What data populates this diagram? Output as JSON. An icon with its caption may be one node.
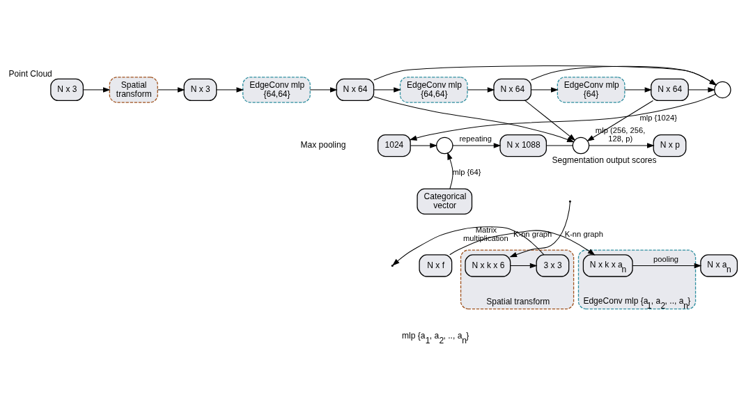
{
  "diagram": {
    "nodes": [
      {
        "text": [
          "N x 3"
        ],
        "beside": [
          "Point Cloud"
        ]
      },
      {
        "text": [
          "Spatial transform"
        ]
      },
      {
        "text": [
          "N x 3"
        ]
      },
      {
        "text": [
          "EdgeConv mlp {64,64}"
        ]
      },
      {
        "text": [
          "N x 64"
        ]
      },
      {
        "text": [
          "EdgeConv mlp {64,64}"
        ]
      },
      {
        "text": [
          "N x 64"
        ]
      },
      {
        "text": [
          "EdgeConv mlp {64}"
        ]
      },
      {
        "text": [
          "N x 64"
        ]
      },
      {
        "text": [],
        "shape": "circle"
      },
      {
        "text": [
          "1024"
        ]
      },
      {
        "text": [],
        "shape": "circle"
      },
      {
        "text": [
          "Categorical vector"
        ]
      },
      {
        "text": [
          "N x 1088"
        ]
      },
      {
        "text": [],
        "shape": "circle"
      },
      {
        "text": [
          "N x p"
        ],
        "beside": [
          "Segmentation output scores"
        ]
      },
      {
        "text": [
          "Spatial transform"
        ]
      },
      {
        "text": [
          "N x k x 6"
        ],
        "in": 16
      },
      {
        "text": [
          "3 x 3"
        ],
        "in": 16
      },
      {
        "text": [
          "EdgeConv mlp {a$_{1}$, a$_{2}$, .., a$_{n}$}"
        ]
      },
      {
        "text": [
          "N x f"
        ]
      },
      {
        "text": [
          "N x k x a$_{n}$"
        ],
        "in": 19
      },
      {
        "text": [
          "N x a$_{n}$"
        ]
      }
    ],
    "edges": [
      {
        "from": 0,
        "to": 1,
        "arrow": "to"
      },
      {
        "from": 1,
        "to": 2,
        "arrow": "to"
      },
      {
        "from": 2,
        "to": 3,
        "arrow": "to"
      },
      {
        "from": 3,
        "to": 4,
        "arrow": "to"
      },
      {
        "from": 4,
        "to": 5,
        "arrow": "to"
      },
      {
        "from": 5,
        "to": 6,
        "arrow": "to"
      },
      {
        "from": 6,
        "to": 7,
        "arrow": "to"
      },
      {
        "from": 7,
        "to": 8,
        "arrow": "to"
      },
      {
        "from": 8,
        "to": 9,
        "arrow": "to"
      },
      {
        "from": 4,
        "to": 9,
        "arrow": "to"
      },
      {
        "from": 6,
        "to": 9,
        "arrow": "to"
      },
      {
        "from": 4,
        "to": 14,
        "arrow": "to"
      },
      {
        "from": 6,
        "to": 14,
        "arrow": "to"
      },
      {
        "from": 8,
        "to": 14,
        "arrow": "to"
      },
      {
        "from": 9,
        "to": 10,
        "arrow": "to",
        "label": "mlp {1024}"
      },
      {
        "from": 10,
        "to": 11,
        "arrow": "to"
      },
      {
        "from": 12,
        "to": 11,
        "arrow": "to",
        "label": "mlp {64}"
      },
      {
        "from": 11,
        "to": 13,
        "arrow": "to",
        "label": "repeating"
      },
      {
        "from": 13,
        "to": 14,
        "arrow": "none"
      },
      {
        "from": 14,
        "to": 15,
        "arrow": "to",
        "label": "mlp (256, 256, 128, p)"
      },
      {
        "from": null,
        "to": 17,
        "arrow": "to",
        "label": "K-nn graph"
      },
      {
        "from": 17,
        "to": 18,
        "arrow": "to"
      },
      {
        "from": 18,
        "to": null,
        "arrow": "to",
        "label": "Matrix multiplication"
      },
      {
        "from": 20,
        "to": 21,
        "arrow": "to",
        "label": "K-nn graph"
      },
      {
        "from": 21,
        "to": 22,
        "arrow": "to",
        "label": "pooling"
      }
    ],
    "labels": [
      "Max pooling",
      "mlp {a$_{1}$, a$_{2}$, .., a$_{n}$}"
    ]
  }
}
